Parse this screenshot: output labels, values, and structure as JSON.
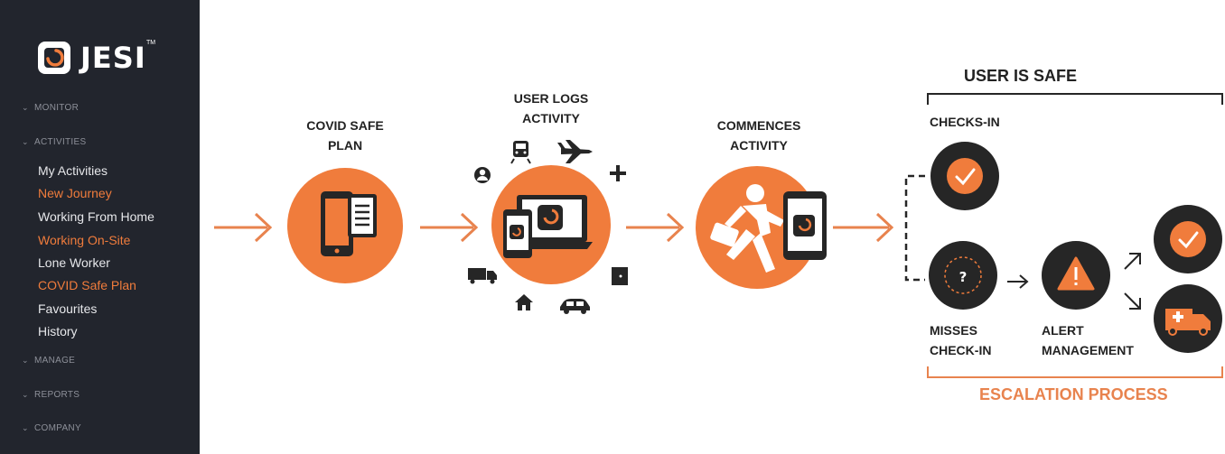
{
  "brand": {
    "name": "JESI",
    "trademark": "TM",
    "logo_icon": "jesi-logo-icon"
  },
  "sidebar": {
    "sections": [
      {
        "label": "MONITOR"
      },
      {
        "label": "ACTIVITIES"
      },
      {
        "label": "MANAGE"
      },
      {
        "label": "REPORTS"
      },
      {
        "label": "COMPANY"
      }
    ],
    "activities_items": [
      {
        "label": "My Activities",
        "color": "#e6e7ea"
      },
      {
        "label": "New Journey",
        "color": "#f07c3c"
      },
      {
        "label": "Working From Home",
        "color": "#e6e7ea"
      },
      {
        "label": "Working On-Site",
        "color": "#f07c3c"
      },
      {
        "label": "Lone Worker",
        "color": "#e6e7ea"
      },
      {
        "label": "COVID Safe Plan",
        "color": "#f07c3c"
      },
      {
        "label": "Favourites",
        "color": "#e6e7ea"
      },
      {
        "label": "History",
        "color": "#e6e7ea"
      }
    ]
  },
  "diagram": {
    "steps": [
      {
        "line1": "COVID SAFE",
        "line2": "PLAN",
        "icon": "phone-document-icon"
      },
      {
        "line1": "USER LOGS",
        "line2": "ACTIVITY",
        "icon": "devices-icon"
      },
      {
        "line1": "COMMENCES",
        "line2": "ACTIVITY",
        "icon": "worker-running-icon"
      }
    ],
    "activity_icons": [
      "user-icon",
      "train-icon",
      "plane-icon",
      "plus-icon",
      "truck-icon",
      "home-icon",
      "car-icon",
      "door-icon"
    ],
    "user_safe": "USER IS SAFE",
    "checks_in": "CHECKS-IN",
    "misses": {
      "line1": "MISSES",
      "line2": "CHECK-IN"
    },
    "alert": {
      "line1": "ALERT",
      "line2": "MANAGEMENT"
    },
    "escalation": "ESCALATION PROCESS",
    "colors": {
      "orange": "#f07c3c",
      "dark": "#262626",
      "arrow": "#e8834e"
    }
  }
}
